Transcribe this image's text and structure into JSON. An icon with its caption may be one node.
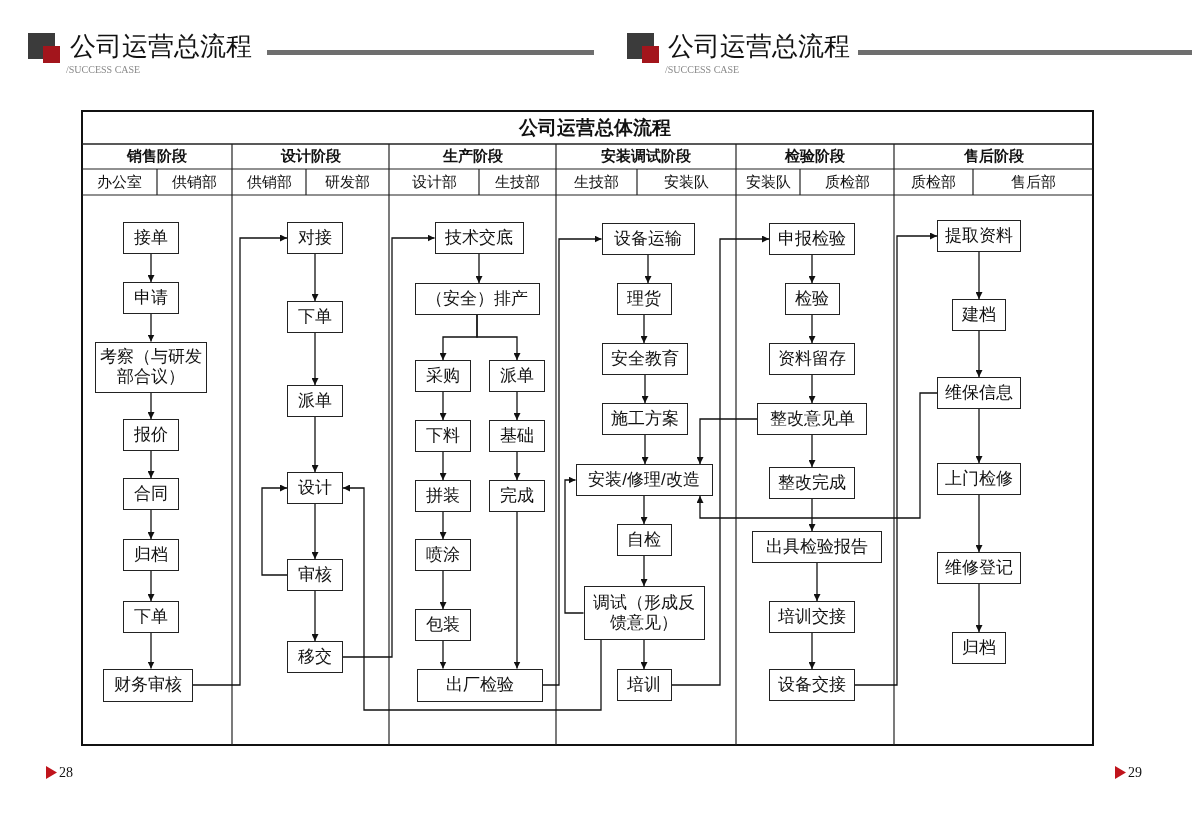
{
  "diagram": {
    "nodes": [
      {
        "text": [
          "接单"
        ]
      },
      {
        "text": [
          "申请"
        ]
      },
      {
        "text": [
          "考察（与研发部合议）"
        ]
      },
      {
        "text": [
          "报价"
        ]
      },
      {
        "text": [
          "合同"
        ]
      },
      {
        "text": [
          "归档"
        ]
      },
      {
        "text": [
          "下单"
        ]
      },
      {
        "text": [
          "财务审核"
        ]
      },
      {
        "text": [
          "对接"
        ]
      },
      {
        "text": [
          "下单"
        ]
      },
      {
        "text": [
          "派单"
        ]
      },
      {
        "text": [
          "设计"
        ]
      },
      {
        "text": [
          "审核"
        ]
      },
      {
        "text": [
          "移交"
        ]
      },
      {
        "text": [
          "技术交底"
        ]
      },
      {
        "text": [
          "（安全）排产"
        ]
      },
      {
        "text": [
          "采购"
        ]
      },
      {
        "text": [
          "派单"
        ]
      },
      {
        "text": [
          "下料"
        ]
      },
      {
        "text": [
          "基础"
        ]
      },
      {
        "text": [
          "拼装"
        ]
      },
      {
        "text": [
          "完成"
        ]
      },
      {
        "text": [
          "喷涂"
        ]
      },
      {
        "text": [
          "包装"
        ]
      },
      {
        "text": [
          "出厂检验"
        ]
      },
      {
        "text": [
          "设备运输"
        ]
      },
      {
        "text": [
          "理货"
        ]
      },
      {
        "text": [
          "安全教育"
        ]
      },
      {
        "text": [
          "施工方案"
        ]
      },
      {
        "text": [
          "安装/修理/改造"
        ]
      },
      {
        "text": [
          "自检"
        ]
      },
      {
        "text": [
          "调试（形成反馈意见）"
        ]
      },
      {
        "text": [
          "培训"
        ]
      },
      {
        "text": [
          "申报检验"
        ]
      },
      {
        "text": [
          "检验"
        ]
      },
      {
        "text": [
          "资料留存"
        ]
      },
      {
        "text": [
          "整改意见单"
        ]
      },
      {
        "text": [
          "整改完成"
        ]
      },
      {
        "text": [
          "出具检验报告"
        ]
      },
      {
        "text": [
          "培训交接"
        ]
      },
      {
        "text": [
          "设备交接"
        ]
      },
      {
        "text": [
          "提取资料"
        ]
      },
      {
        "text": [
          "建档"
        ]
      },
      {
        "text": [
          "维保信息"
        ]
      },
      {
        "text": [
          "上门检修"
        ]
      },
      {
        "text": [
          "维修登记"
        ]
      },
      {
        "text": [
          "归档"
        ]
      }
    ],
    "edges": [
      {
        "from": 0,
        "to": 1,
        "arrow": "to"
      },
      {
        "from": 1,
        "to": 2,
        "arrow": "to"
      },
      {
        "from": 2,
        "to": 3,
        "arrow": "to"
      },
      {
        "from": 3,
        "to": 4,
        "arrow": "to"
      },
      {
        "from": 4,
        "to": 5,
        "arrow": "to"
      },
      {
        "from": 5,
        "to": 6,
        "arrow": "to"
      },
      {
        "from": 6,
        "to": 7,
        "arrow": "to"
      },
      {
        "from": 7,
        "to": 8,
        "arrow": "to"
      },
      {
        "from": 8,
        "to": 9,
        "arrow": "to"
      },
      {
        "from": 9,
        "to": 10,
        "arrow": "to"
      },
      {
        "from": 10,
        "to": 11,
        "arrow": "to"
      },
      {
        "from": 11,
        "to": 12,
        "arrow": "to"
      },
      {
        "from": 12,
        "to": 13,
        "arrow": "to"
      },
      {
        "from": 12,
        "to": 11,
        "arrow": "to"
      },
      {
        "from": 13,
        "to": 14,
        "arrow": "to"
      },
      {
        "from": 14,
        "to": 15,
        "arrow": "to"
      },
      {
        "from": 15,
        "to": 16,
        "arrow": "to"
      },
      {
        "from": 15,
        "to": 17,
        "arrow": "to"
      },
      {
        "from": 16,
        "to": 18,
        "arrow": "to"
      },
      {
        "from": 18,
        "to": 20,
        "arrow": "to"
      },
      {
        "from": 20,
        "to": 22,
        "arrow": "to"
      },
      {
        "from": 22,
        "to": 23,
        "arrow": "to"
      },
      {
        "from": 23,
        "to": 24,
        "arrow": "to"
      },
      {
        "from": 17,
        "to": 19,
        "arrow": "to"
      },
      {
        "from": 19,
        "to": 21,
        "arrow": "to"
      },
      {
        "from": 21,
        "to": 24,
        "arrow": "to"
      },
      {
        "from": 31,
        "to": 11,
        "arrow": "to"
      },
      {
        "from": 24,
        "to": 25,
        "arrow": "to"
      },
      {
        "from": 25,
        "to": 26,
        "arrow": "to"
      },
      {
        "from": 26,
        "to": 27,
        "arrow": "to"
      },
      {
        "from": 27,
        "to": 28,
        "arrow": "to"
      },
      {
        "from": 28,
        "to": 29,
        "arrow": "to"
      },
      {
        "from": 29,
        "to": 30,
        "arrow": "to"
      },
      {
        "from": 30,
        "to": 31,
        "arrow": "to"
      },
      {
        "from": 31,
        "to": 32,
        "arrow": "to"
      },
      {
        "from": 31,
        "to": 29,
        "arrow": "to"
      },
      {
        "from": 32,
        "to": 33,
        "arrow": "to"
      },
      {
        "from": 33,
        "to": 34,
        "arrow": "to"
      },
      {
        "from": 34,
        "to": 35,
        "arrow": "to"
      },
      {
        "from": 35,
        "to": 36,
        "arrow": "to"
      },
      {
        "from": 36,
        "to": 37,
        "arrow": "to"
      },
      {
        "from": 37,
        "to": 38,
        "arrow": "to"
      },
      {
        "from": 38,
        "to": 39,
        "arrow": "to"
      },
      {
        "from": 39,
        "to": 40,
        "arrow": "to"
      },
      {
        "from": 36,
        "to": 29,
        "arrow": "to"
      },
      {
        "from": 40,
        "to": 41,
        "arrow": "to"
      },
      {
        "from": 43,
        "to": 29,
        "arrow": "to"
      },
      {
        "from": 41,
        "to": 42,
        "arrow": "to"
      },
      {
        "from": 42,
        "to": 43,
        "arrow": "to"
      },
      {
        "from": 43,
        "to": 44,
        "arrow": "to"
      },
      {
        "from": 44,
        "to": 45,
        "arrow": "to"
      },
      {
        "from": 45,
        "to": 46,
        "arrow": "to"
      }
    ],
    "labels": [
      "公司运营总流程",
      "公司运营总流程",
      "/SUCCESS CASE",
      "/SUCCESS CASE",
      "公司运营总体流程",
      "销售阶段",
      "设计阶段",
      "生产阶段",
      "安装调试阶段",
      "检验阶段",
      "售后阶段",
      "办公室",
      "供销部",
      "供销部",
      "研发部",
      "设计部",
      "生技部",
      "生技部",
      "安装队",
      "安装队",
      "质检部",
      "质检部",
      "售后部",
      "28",
      "29"
    ]
  }
}
